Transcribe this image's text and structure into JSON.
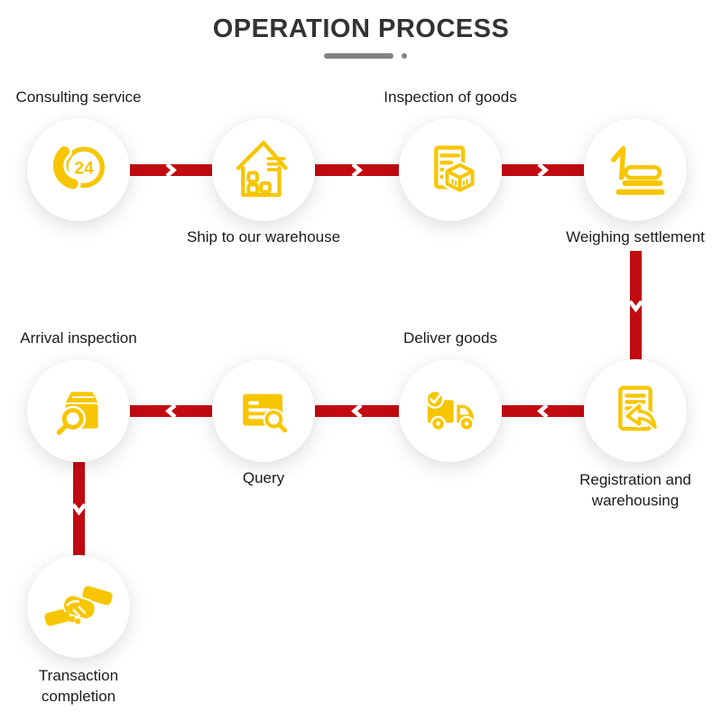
{
  "header": {
    "title": "OPERATION PROCESS"
  },
  "colors": {
    "arrow_red": "#c20b10",
    "icon_yellow": "#f7c600",
    "title_text": "#333333",
    "label_text": "#1b1b1b",
    "underline_gray": "#838383",
    "circle_fill": "#ffffff"
  },
  "steps": [
    {
      "id": 1,
      "label": "Consulting service",
      "icon": "phone-24-hours-icon",
      "label_position": "above"
    },
    {
      "id": 2,
      "label": "Ship to our warehouse",
      "icon": "warehouse-house-icon",
      "label_position": "below"
    },
    {
      "id": 3,
      "label": "Inspection of goods",
      "icon": "document-cube-inspection-icon",
      "label_position": "above"
    },
    {
      "id": 4,
      "label": "Weighing settlement",
      "icon": "weighing-scale-icon",
      "label_position": "below"
    },
    {
      "id": 5,
      "label": "Registration and warehousing",
      "icon": "registration-document-arrow-icon",
      "label_position": "below"
    },
    {
      "id": 6,
      "label": "Deliver goods",
      "icon": "delivery-truck-icon",
      "label_position": "above"
    },
    {
      "id": 7,
      "label": "Query",
      "icon": "query-magnifier-icon",
      "label_position": "below"
    },
    {
      "id": 8,
      "label": "Arrival inspection",
      "icon": "package-magnifier-icon",
      "label_position": "above"
    },
    {
      "id": 9,
      "label": "Transaction completion",
      "icon": "handshake-icon",
      "label_position": "below"
    }
  ],
  "flow": [
    {
      "from": "Consulting service",
      "to": "Ship to our warehouse",
      "direction": "right"
    },
    {
      "from": "Ship to our warehouse",
      "to": "Inspection of goods",
      "direction": "right"
    },
    {
      "from": "Inspection of goods",
      "to": "Weighing settlement",
      "direction": "right"
    },
    {
      "from": "Weighing settlement",
      "to": "Registration and warehousing",
      "direction": "down"
    },
    {
      "from": "Registration and warehousing",
      "to": "Deliver goods",
      "direction": "left"
    },
    {
      "from": "Deliver goods",
      "to": "Query",
      "direction": "left"
    },
    {
      "from": "Query",
      "to": "Arrival inspection",
      "direction": "left"
    },
    {
      "from": "Arrival inspection",
      "to": "Transaction completion",
      "direction": "down"
    }
  ]
}
